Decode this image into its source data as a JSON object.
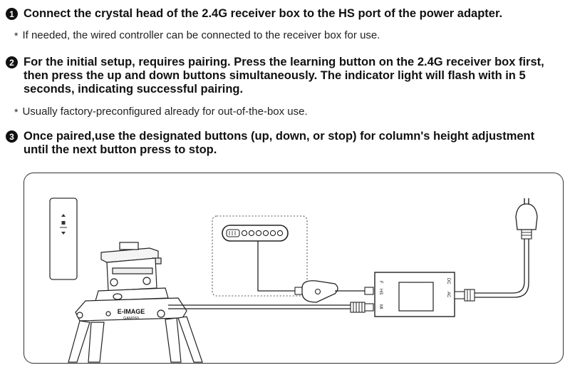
{
  "steps": [
    {
      "number": "1",
      "text": "Connect the crystal head of the 2.4G receiver box to the HS port of the power adapter."
    },
    {
      "number": "2",
      "text": "For the initial setup, requires pairing. Press the learning button on the 2.4G receiver box first, then press the up and down buttons simultaneously. The indicator light will flash with in 5 seconds, indicating successful pairing."
    },
    {
      "number": "3",
      "text": "Once paired,use the designated buttons (up, down, or stop) for column's height adjustment until the next button press to stop."
    }
  ],
  "notes": [
    {
      "marker": "*",
      "text": "If needed, the wired controller can be connected to the receiver box for use."
    },
    {
      "marker": "*",
      "text": "Usually factory-preconfigured already for out-of-the-box use."
    }
  ],
  "diagram": {
    "tripod_brand": "E-IMAGE",
    "tripod_model": "GAM260",
    "adapter_ports": {
      "f": "F",
      "hs": "HS",
      "mi": "MI",
      "dc": "DC",
      "ac": "AC"
    }
  }
}
